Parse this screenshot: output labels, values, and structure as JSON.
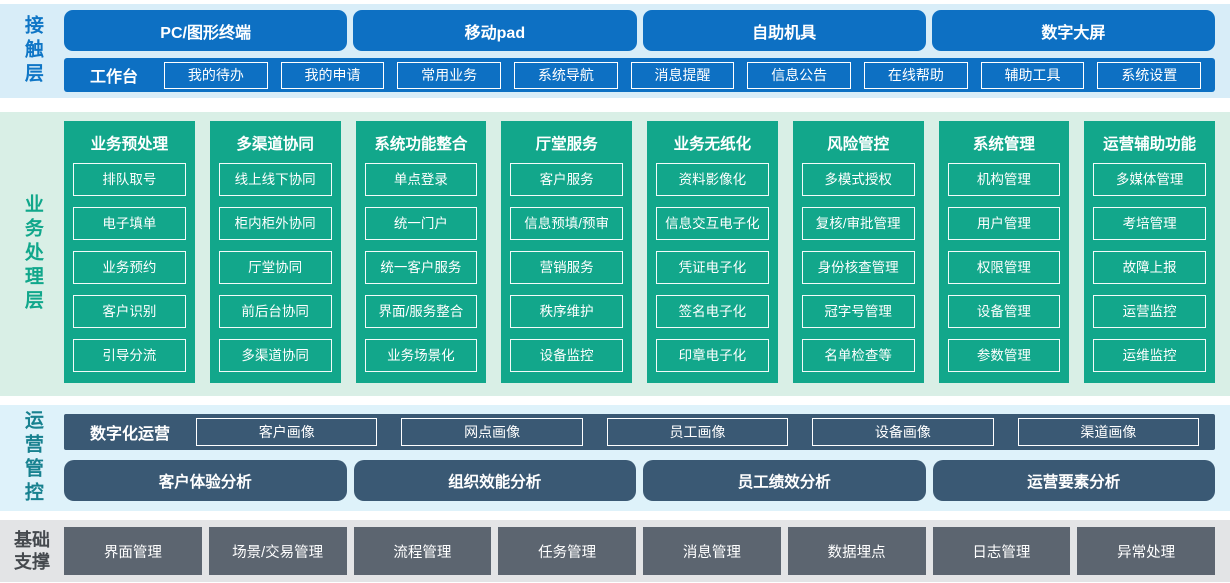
{
  "colors": {
    "contact_band_bg": "#d8edf8",
    "contact_box_blue": "#0d70c3",
    "business_band_bg": "#d9efe6",
    "business_col_teal": "#12a78b",
    "ops_band_bg": "#def2fa",
    "ops_box_slate": "#3a5974",
    "foundation_band_bg": "#e3e4e6",
    "foundation_box_gray": "#5c6570",
    "label_blue": "#0f76c6",
    "label_green": "#10a78b",
    "label_teal": "#17818f",
    "label_gray": "#45494e"
  },
  "layers": {
    "contact": {
      "label": "接触层",
      "terminals": [
        "PC/图形终端",
        "移动pad",
        "自助机具",
        "数字大屏"
      ],
      "workbench_label": "工作台",
      "workbench_items": [
        "我的待办",
        "我的申请",
        "常用业务",
        "系统导航",
        "消息提醒",
        "信息公告",
        "在线帮助",
        "辅助工具",
        "系统设置"
      ]
    },
    "business": {
      "label": "业务处理层",
      "columns": [
        {
          "title": "业务预处理",
          "items": [
            "排队取号",
            "电子填单",
            "业务预约",
            "客户识别",
            "引导分流"
          ]
        },
        {
          "title": "多渠道协同",
          "items": [
            "线上线下协同",
            "柜内柜外协同",
            "厅堂协同",
            "前后台协同",
            "多渠道协同"
          ]
        },
        {
          "title": "系统功能整合",
          "items": [
            "单点登录",
            "统一门户",
            "统一客户服务",
            "界面/服务整合",
            "业务场景化"
          ]
        },
        {
          "title": "厅堂服务",
          "items": [
            "客户服务",
            "信息预填/预审",
            "营销服务",
            "秩序维护",
            "设备监控"
          ]
        },
        {
          "title": "业务无纸化",
          "items": [
            "资料影像化",
            "信息交互电子化",
            "凭证电子化",
            "签名电子化",
            "印章电子化"
          ]
        },
        {
          "title": "风险管控",
          "items": [
            "多模式授权",
            "复核/审批管理",
            "身份核查管理",
            "冠字号管理",
            "名单检查等"
          ]
        },
        {
          "title": "系统管理",
          "items": [
            "机构管理",
            "用户管理",
            "权限管理",
            "设备管理",
            "参数管理"
          ]
        },
        {
          "title": "运营辅助功能",
          "items": [
            "多媒体管理",
            "考培管理",
            "故障上报",
            "运营监控",
            "运维监控"
          ]
        }
      ]
    },
    "operations": {
      "label": "运营管控",
      "digital_label": "数字化运营",
      "portraits": [
        "客户画像",
        "网点画像",
        "员工画像",
        "设备画像",
        "渠道画像"
      ],
      "analyses": [
        "客户体验分析",
        "组织效能分析",
        "员工绩效分析",
        "运营要素分析"
      ]
    },
    "foundation": {
      "label": "基础支撑",
      "items": [
        "界面管理",
        "场景/交易管理",
        "流程管理",
        "任务管理",
        "消息管理",
        "数据埋点",
        "日志管理",
        "异常处理"
      ]
    }
  }
}
